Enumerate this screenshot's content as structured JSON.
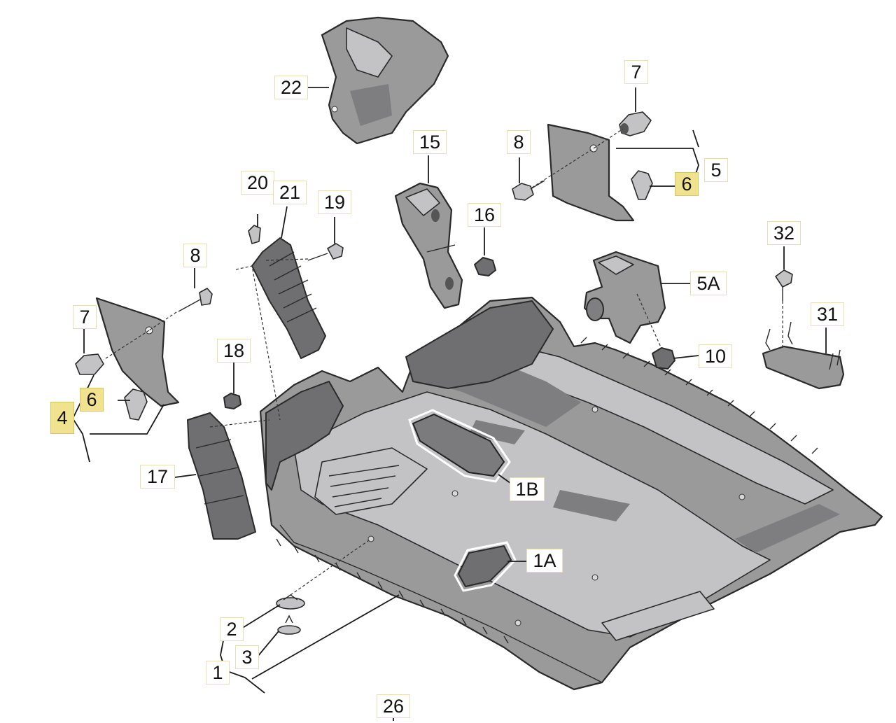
{
  "callouts": {
    "c22": "22",
    "c7a": "7",
    "c8a": "8",
    "c15": "15",
    "c5": "5",
    "c6a": "6",
    "c20": "20",
    "c21": "21",
    "c19": "19",
    "c16": "16",
    "c32": "32",
    "c8b": "8",
    "c5a": "5A",
    "c7b": "7",
    "c6b": "6",
    "c4": "4",
    "c18": "18",
    "c10": "10",
    "c31": "31",
    "c17": "17",
    "c1b": "1B",
    "c1a": "1A",
    "c2": "2",
    "c3": "3",
    "c1": "1",
    "c26": "26"
  },
  "highlight_color": "#f1e28f"
}
